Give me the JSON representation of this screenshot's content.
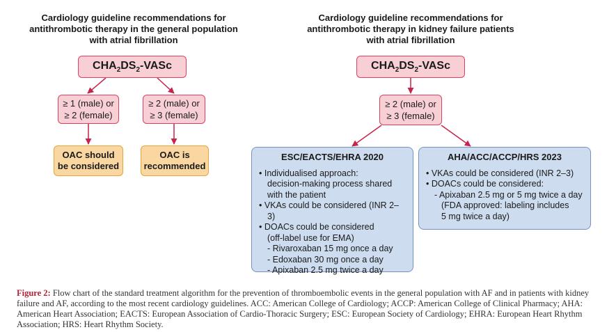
{
  "left": {
    "title_lines": [
      "Cardiology guideline recommendations for",
      "antithrombotic therapy in the general population",
      "with atrial fibrillation"
    ],
    "score": {
      "pre": "CHA",
      "sub1": "2",
      "mid": "DS",
      "sub2": "2",
      "post": "-VASc"
    },
    "crit_a": [
      "≥ 1 (male) or",
      "≥ 2 (female)"
    ],
    "crit_b": [
      "≥ 2 (male) or",
      "≥ 3 (female)"
    ],
    "out_a": [
      "OAC should",
      "be considered"
    ],
    "out_b": [
      "OAC is",
      "recommended"
    ]
  },
  "right": {
    "title_lines": [
      "Cardiology guideline recommendations for",
      "antithrombotic therapy in kidney failure patients",
      "with atrial fibrillation"
    ],
    "score": {
      "pre": "CHA",
      "sub1": "2",
      "mid": "DS",
      "sub2": "2",
      "post": "-VASc"
    },
    "crit": [
      "≥ 2 (male) or",
      "≥ 3 (female)"
    ],
    "esc": {
      "title": "ESC/EACTS/EHRA 2020",
      "items": [
        {
          "kind": "li",
          "text": "• Individualised approach:"
        },
        {
          "kind": "cont",
          "text": "decision-making process shared"
        },
        {
          "kind": "cont",
          "text": "with the patient"
        },
        {
          "kind": "li",
          "text": "• VKAs could be considered (INR 2–3)"
        },
        {
          "kind": "li",
          "text": "• DOACs could be considered"
        },
        {
          "kind": "cont",
          "text": "(off-label use for EMA)"
        },
        {
          "kind": "sub",
          "text": "- Rivaroxaban 15 mg once a day"
        },
        {
          "kind": "sub",
          "text": "- Edoxaban 30 mg once a day"
        },
        {
          "kind": "sub",
          "text": "- Apixaban 2.5 mg twice a day"
        }
      ]
    },
    "aha": {
      "title": "AHA/ACC/ACCP/HRS 2023",
      "items": [
        {
          "kind": "li",
          "text": "• VKAs could be considered (INR 2–3)"
        },
        {
          "kind": "li",
          "text": "• DOACs could be considered:"
        },
        {
          "kind": "sub",
          "text": "- Apixaban 2.5 mg or 5 mg twice a day"
        },
        {
          "kind": "subc",
          "text": "(FDA approved: labeling includes"
        },
        {
          "kind": "subc",
          "text": "5 mg twice a day)"
        }
      ]
    }
  },
  "caption": {
    "label": "Figure 2:",
    "text": " Flow chart of the standard treatment algorithm for the prevention of thromboembolic events in the general population with AF and in patients with kidney failure and AF, according to the most recent cardiology guidelines. ACC: American College of Cardiology; ACCP: American College of Clinical Pharmacy; AHA: American Heart Association; EACTS: European Association of Cardio-Thoracic Surgery; ESC: European Society of Cardiology; EHRA: European Heart Rhythm Association; HRS: Heart Rhythm Society."
  },
  "colors": {
    "arrow": "#c8234a",
    "pink_fill": "#f7cfd5",
    "pink_border": "#d9435f",
    "orange_fill": "#fad7a0",
    "blue_fill": "#cddcef",
    "caption_label": "#b22234"
  }
}
